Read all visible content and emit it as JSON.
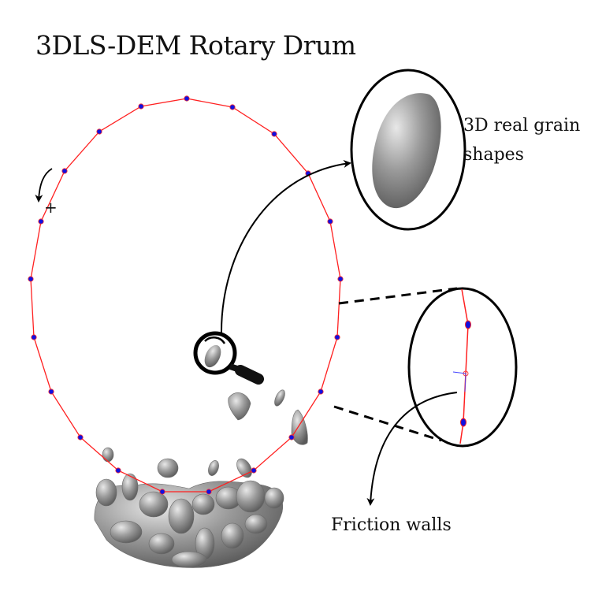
{
  "title": "3DLS-DEM Rotary Drum",
  "rotation_sign": "+",
  "grain_callout": {
    "line1": "3D real grain",
    "line2": "shapes"
  },
  "walls_callout": "Friction walls",
  "colors": {
    "wall": "#ff2020",
    "node": "#1010e0",
    "grain": "#8c8c8c"
  }
}
